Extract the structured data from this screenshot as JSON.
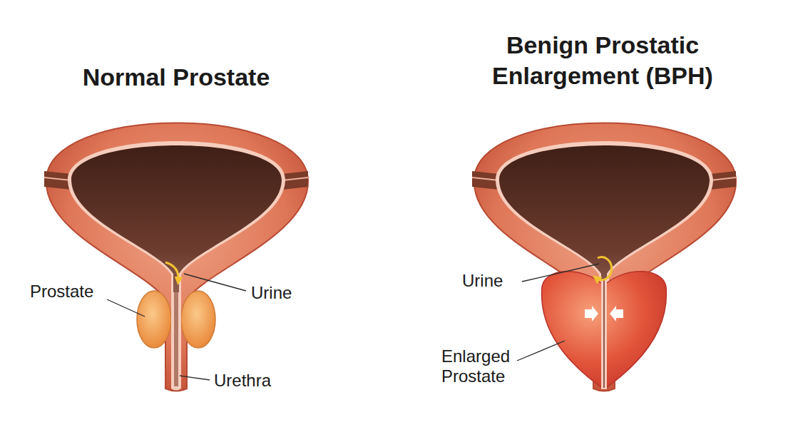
{
  "diagram": {
    "labels": [
      "Normal Prostate",
      "Benign Prostatic Enlargement (BPH)",
      "Prostate",
      "Urine",
      "Urethra",
      "Urine",
      "Enlarged Prostate"
    ]
  }
}
